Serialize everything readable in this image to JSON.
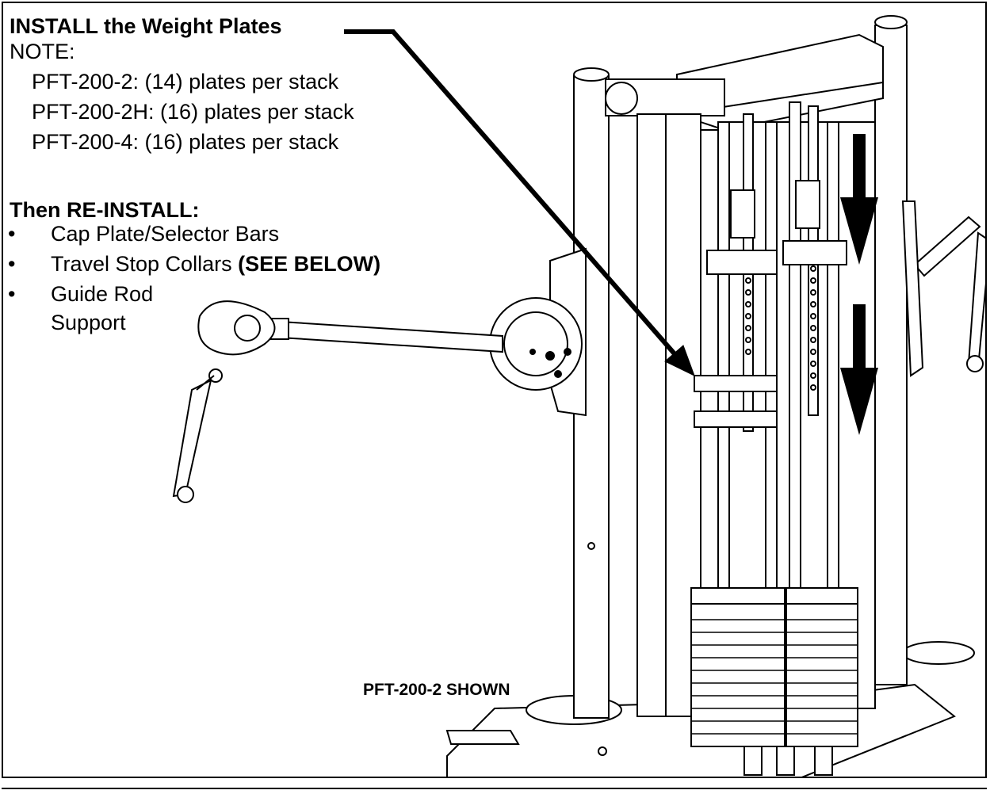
{
  "title": "INSTALL the Weight Plates",
  "note_label": "NOTE:",
  "models": [
    "PFT-200-2: (14) plates per stack",
    "PFT-200-2H: (16) plates per stack",
    "PFT-200-4: (16) plates per stack"
  ],
  "then_label": "Then RE-INSTALL:",
  "bullet_symbol": "•",
  "steps": [
    "Cap Plate/Selector Bars",
    "Travel Stop Collars ",
    "Guide Rod",
    "Support"
  ],
  "steps_emphasis": "(SEE BELOW)",
  "shown_label": "PFT-200-2 SHOWN",
  "colors": {
    "line": "#000000",
    "fill": "#ffffff",
    "shade": "#d8d8d8"
  }
}
